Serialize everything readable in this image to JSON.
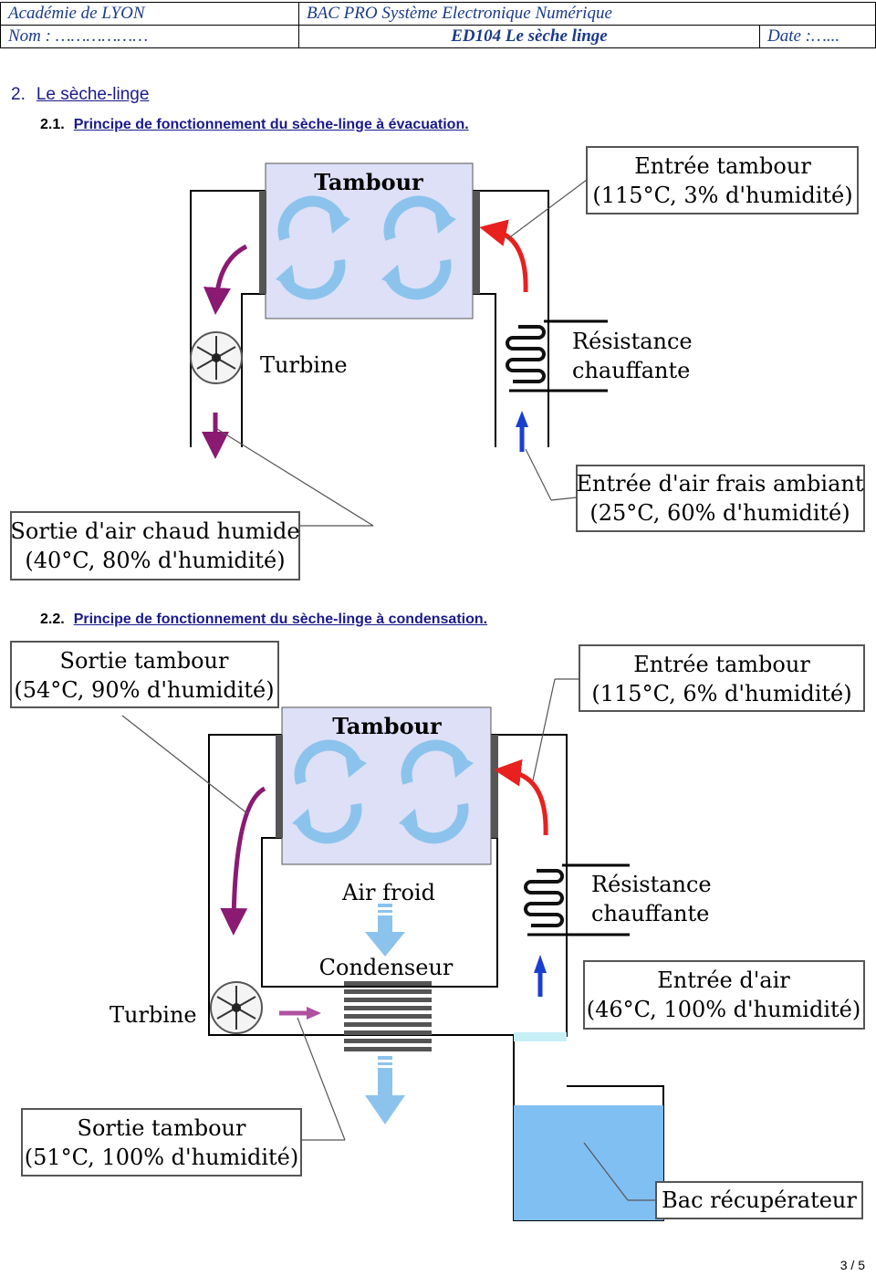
{
  "header": {
    "academie": "Académie de LYON",
    "bac": "BAC PRO Système Electronique Numérique",
    "nom": "Nom : ………………",
    "ref": "ED104 Le sèche linge",
    "date": "Date :…..."
  },
  "section": {
    "number": "2.",
    "title": "Le sèche-linge"
  },
  "sub1": {
    "number": "2.1.",
    "title": "Principe de fonctionnement du sèche-linge à évacuation."
  },
  "sub2": {
    "number": "2.2.",
    "title": "Principe de fonctionnement du sèche-linge à condensation."
  },
  "diagram1": {
    "tambour": "Tambour",
    "entree_tambour_l1": "Entrée tambour",
    "entree_tambour_l2": "(115°C, 3% d'humidité)",
    "resistance_l1": "Résistance",
    "resistance_l2": "chauffante",
    "turbine": "Turbine",
    "entree_air_l1": "Entrée d'air frais ambiant",
    "entree_air_l2": "(25°C, 60% d'humidité)",
    "sortie_l1": "Sortie d'air chaud humide",
    "sortie_l2": "(40°C, 80% d'humidité)"
  },
  "diagram2": {
    "tambour": "Tambour",
    "sortie_tambour_l1": "Sortie tambour",
    "sortie_tambour_l2": "(54°C, 90% d'humidité)",
    "entree_tambour_l1": "Entrée tambour",
    "entree_tambour_l2": "(115°C, 6% d'humidité)",
    "resistance_l1": "Résistance",
    "resistance_l2": "chauffante",
    "air_froid": "Air froid",
    "condenseur": "Condenseur",
    "turbine": "Turbine",
    "entree_air_l1": "Entrée d'air",
    "entree_air_l2": "(46°C, 100% d'humidité)",
    "sortie2_l1": "Sortie tambour",
    "sortie2_l2": "(51°C, 100% d'humidité)",
    "bac": "Bac récupérateur"
  },
  "colors": {
    "drum": "#dde0f7",
    "swirl": "#8cc3ec",
    "hot": "#e8201e",
    "cold": "#1a3fd0",
    "exhaust": "#8a1a72",
    "water": "#80bff2"
  },
  "page_number": "3 / 5"
}
